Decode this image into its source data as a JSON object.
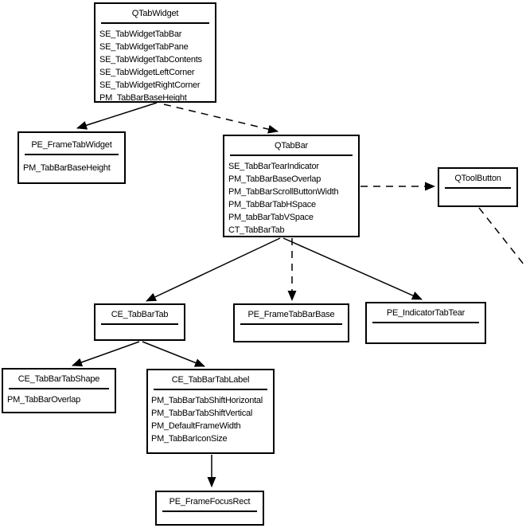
{
  "colors": {
    "background": "#ffffff",
    "box_border": "#000000",
    "line": "#000000",
    "text": "#000000"
  },
  "nodes": {
    "qtabwidget": {
      "title": "QTabWidget",
      "items": [
        "SE_TabWidgetTabBar",
        "SE_TabWidgetTabPane",
        "SE_TabWidgetTabContents",
        "SE_TabWidgetLeftCorner",
        "SE_TabWidgetRightCorner",
        "PM_TabBarBaseHeight"
      ]
    },
    "pe_frametabwidget": {
      "title": "PE_FrameTabWidget",
      "items": [
        "PM_TabBarBaseHeight"
      ]
    },
    "qtabbar": {
      "title": "QTabBar",
      "items": [
        "SE_TabBarTearIndicator",
        "PM_TabBarBaseOverlap",
        "PM_TabBarScrollButtonWidth",
        "PM_TabBarTabHSpace",
        "PM_tabBarTabVSpace",
        "CT_TabBarTab"
      ]
    },
    "qtoolbutton": {
      "title": "QToolButton",
      "items": []
    },
    "ce_tabbartab": {
      "title": "CE_TabBarTab",
      "items": []
    },
    "pe_frametabbarbase": {
      "title": "PE_FrameTabBarBase",
      "items": []
    },
    "pe_indicatortabtear": {
      "title": "PE_IndicatorTabTear",
      "items": []
    },
    "ce_tabbartabshape": {
      "title": "CE_TabBarTabShape",
      "items": [
        "PM_TabBarOverlap"
      ]
    },
    "ce_tabbartablabel": {
      "title": "CE_TabBarTabLabel",
      "items": [
        "PM_TabBarTabShiftHorizontal",
        "PM_TabBarTabShiftVertical",
        "PM_DefaultFrameWidth",
        "PM_TabBarIconSize"
      ]
    },
    "pe_framefocusrect": {
      "title": "PE_FrameFocusRect",
      "items": []
    }
  },
  "edges": [
    {
      "from": "QTabWidget",
      "to": "PE_FrameTabWidget",
      "style": "solid",
      "arrow": true
    },
    {
      "from": "QTabWidget",
      "to": "QTabBar",
      "style": "dashed",
      "arrow": true
    },
    {
      "from": "QTabBar",
      "to": "QToolButton",
      "style": "dashed",
      "arrow": true
    },
    {
      "from": "QTabBar",
      "to": "CE_TabBarTab",
      "style": "solid",
      "arrow": true
    },
    {
      "from": "QTabBar",
      "to": "PE_FrameTabBarBase",
      "style": "dashed",
      "arrow": true
    },
    {
      "from": "QTabBar",
      "to": "PE_IndicatorTabTear",
      "style": "solid",
      "arrow": true
    },
    {
      "from": "QToolButton",
      "to": "offscreen-bottom-right",
      "style": "dashed",
      "arrow": false
    },
    {
      "from": "CE_TabBarTab",
      "to": "CE_TabBarTabShape",
      "style": "solid",
      "arrow": true
    },
    {
      "from": "CE_TabBarTab",
      "to": "CE_TabBarTabLabel",
      "style": "solid",
      "arrow": true
    },
    {
      "from": "CE_TabBarTabLabel",
      "to": "PE_FrameFocusRect",
      "style": "solid",
      "arrow": true
    }
  ]
}
